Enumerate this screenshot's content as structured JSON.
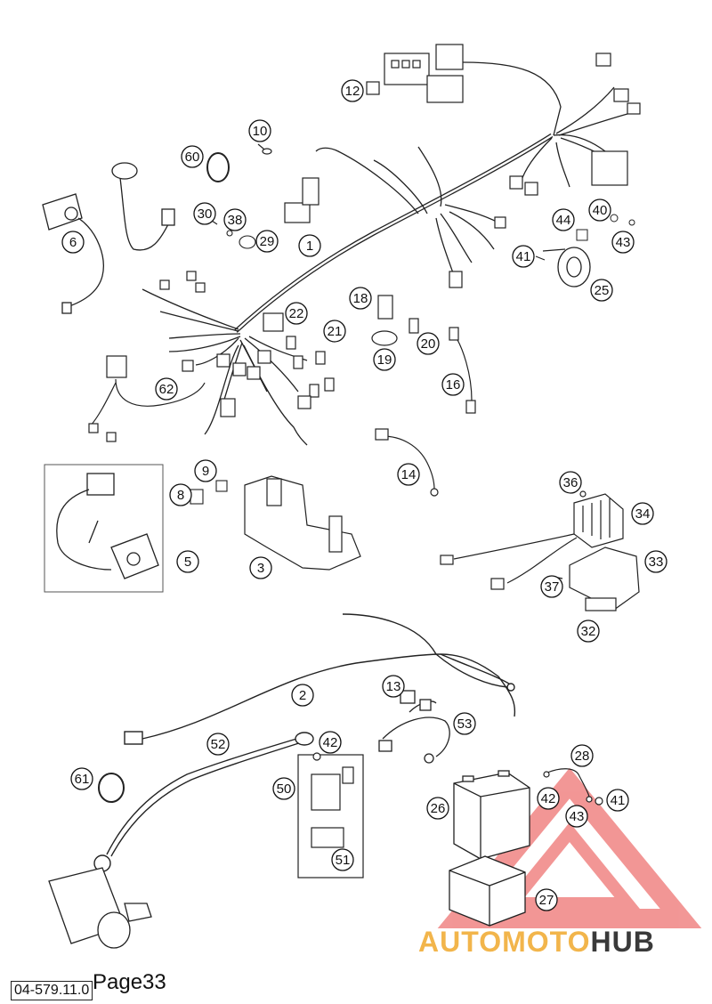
{
  "page": {
    "label": "Page33",
    "doc_code": "04-579.11.0"
  },
  "watermark": {
    "brand_part1": "AUTOMOTO",
    "brand_part2": "HUB",
    "color_primary": "#e8423f",
    "color_text1": "#f2b54b",
    "color_text2": "#3a3a3a"
  },
  "callouts": [
    {
      "id": "12",
      "label": "12"
    },
    {
      "id": "10",
      "label": "10"
    },
    {
      "id": "60",
      "label": "60"
    },
    {
      "id": "6",
      "label": "6"
    },
    {
      "id": "30",
      "label": "30"
    },
    {
      "id": "38",
      "label": "38"
    },
    {
      "id": "29",
      "label": "29"
    },
    {
      "id": "1",
      "label": "1"
    },
    {
      "id": "44",
      "label": "44"
    },
    {
      "id": "40",
      "label": "40"
    },
    {
      "id": "43a",
      "label": "43"
    },
    {
      "id": "41a",
      "label": "41"
    },
    {
      "id": "25",
      "label": "25"
    },
    {
      "id": "18",
      "label": "18"
    },
    {
      "id": "22",
      "label": "22"
    },
    {
      "id": "21",
      "label": "21"
    },
    {
      "id": "19",
      "label": "19"
    },
    {
      "id": "20",
      "label": "20"
    },
    {
      "id": "16",
      "label": "16"
    },
    {
      "id": "62",
      "label": "62"
    },
    {
      "id": "14",
      "label": "14"
    },
    {
      "id": "9",
      "label": "9"
    },
    {
      "id": "8",
      "label": "8"
    },
    {
      "id": "5",
      "label": "5"
    },
    {
      "id": "3",
      "label": "3"
    },
    {
      "id": "36",
      "label": "36"
    },
    {
      "id": "34",
      "label": "34"
    },
    {
      "id": "33",
      "label": "33"
    },
    {
      "id": "37",
      "label": "37"
    },
    {
      "id": "32",
      "label": "32"
    },
    {
      "id": "2",
      "label": "2"
    },
    {
      "id": "13",
      "label": "13"
    },
    {
      "id": "53",
      "label": "53"
    },
    {
      "id": "52",
      "label": "52"
    },
    {
      "id": "42a",
      "label": "42"
    },
    {
      "id": "61",
      "label": "61"
    },
    {
      "id": "50",
      "label": "50"
    },
    {
      "id": "51",
      "label": "51"
    },
    {
      "id": "28",
      "label": "28"
    },
    {
      "id": "26",
      "label": "26"
    },
    {
      "id": "42b",
      "label": "42"
    },
    {
      "id": "43b",
      "label": "43"
    },
    {
      "id": "41b",
      "label": "41"
    },
    {
      "id": "27",
      "label": "27"
    }
  ]
}
